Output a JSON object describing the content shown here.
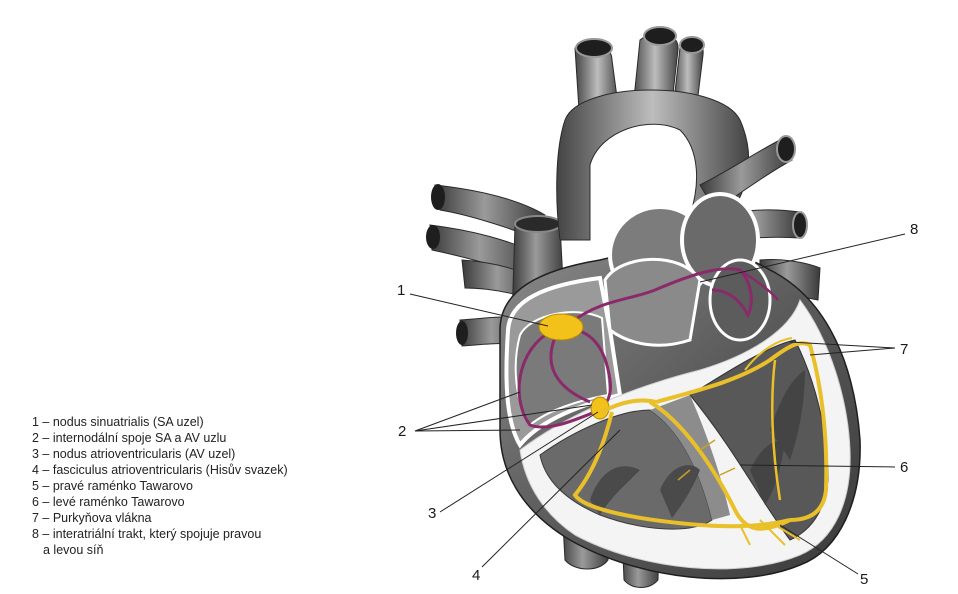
{
  "labels": {
    "n1": "1",
    "n2": "2",
    "n3": "3",
    "n4": "4",
    "n5": "5",
    "n6": "6",
    "n7": "7",
    "n8": "8"
  },
  "legend": [
    "1 – nodus sinuatrialis (SA uzel)",
    "2 – internodální spoje SA a AV uzlu",
    "3 – nodus atrioventricularis (AV uzel)",
    "4 – fasciculus atrioventricularis (Hisův svazek)",
    "5 – pravé raménko Tawarovo",
    "6 – levé raménko Tawarovo",
    "7 – Purkyňova vlákna",
    "8 – interatriální trakt, který spojuje pravou"
  ],
  "legend_continuation": "a levou síň",
  "colors": {
    "tissue": "#6d6d6d",
    "tissue_dark": "#3e3e3e",
    "tissue_light": "#b4b4b4",
    "node": "#f2c21b",
    "conduction": "#e9bf2a",
    "internodal": "#8a2a6a"
  }
}
